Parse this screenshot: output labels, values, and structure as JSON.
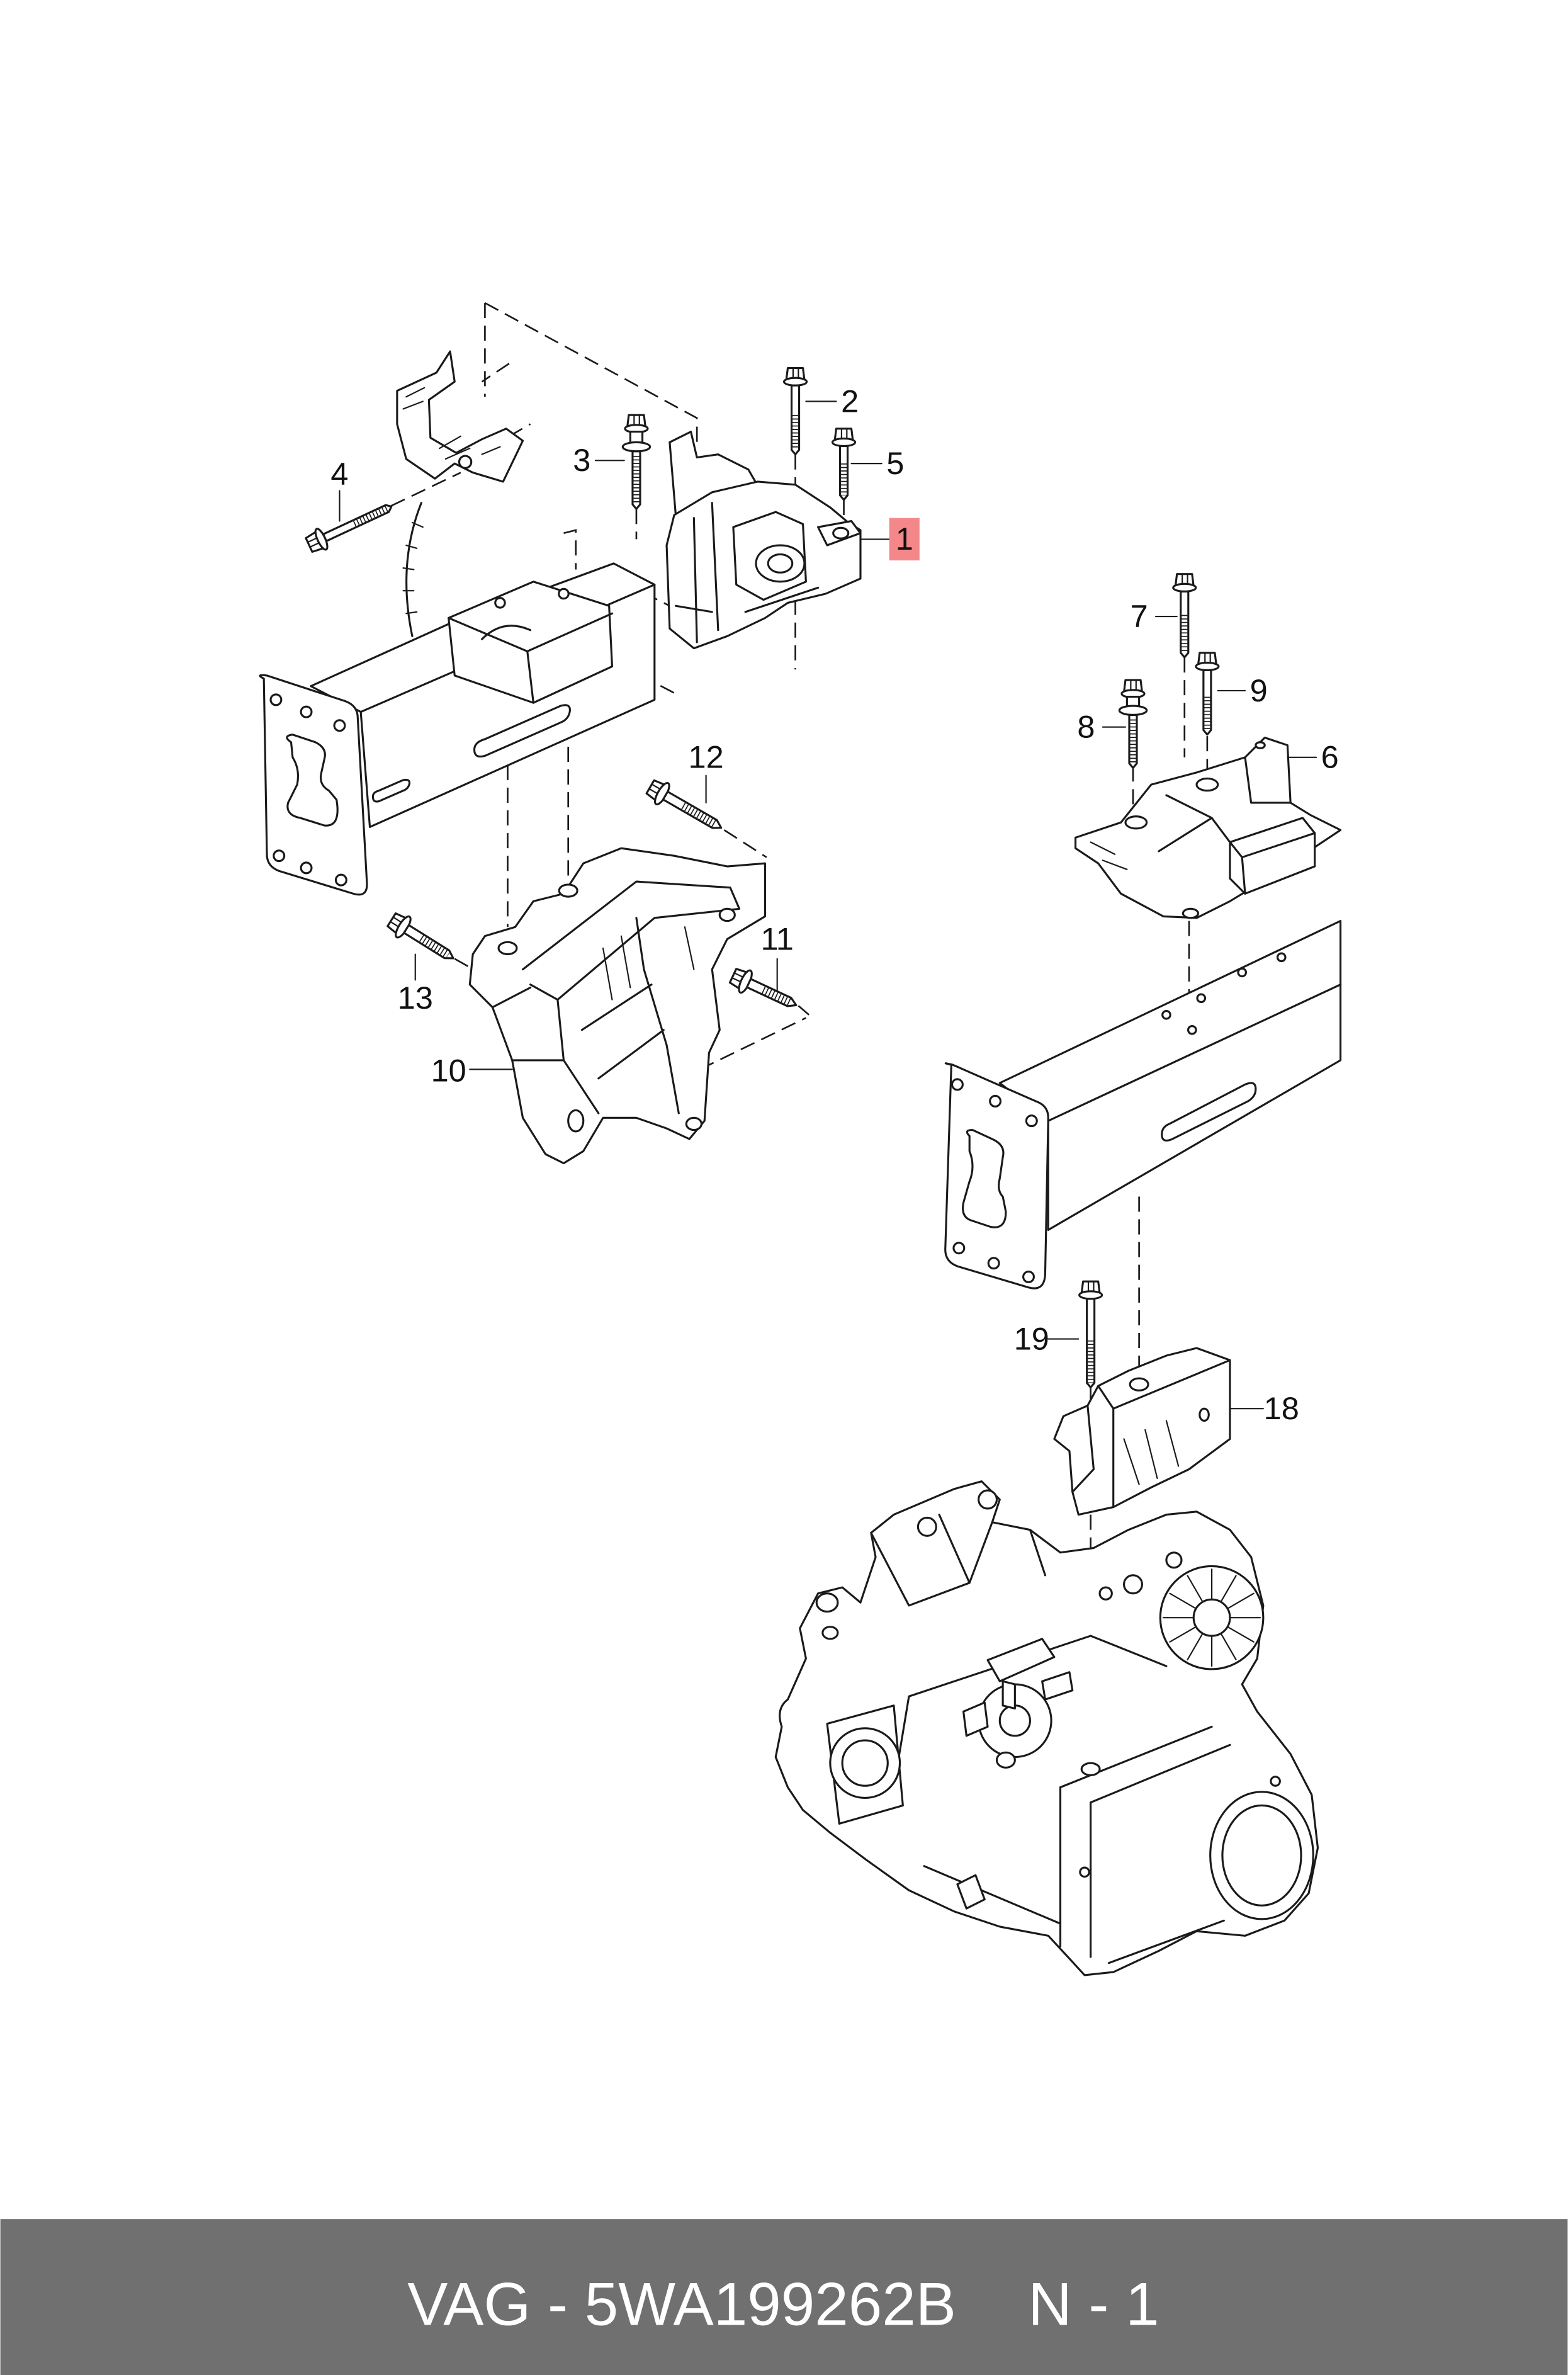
{
  "callouts": [
    {
      "label": "1",
      "highlighted": true
    },
    {
      "label": "2"
    },
    {
      "label": "3"
    },
    {
      "label": "4"
    },
    {
      "label": "5"
    },
    {
      "label": "6"
    },
    {
      "label": "7"
    },
    {
      "label": "8"
    },
    {
      "label": "9"
    },
    {
      "label": "10"
    },
    {
      "label": "11"
    },
    {
      "label": "12"
    },
    {
      "label": "13"
    },
    {
      "label": "18"
    },
    {
      "label": "19"
    }
  ],
  "footer": {
    "part_number": "VAG - 5WA199262B",
    "quantity": "N - 1"
  },
  "colors": {
    "highlight": "#f4878a",
    "footer_background": "#707070",
    "footer_text": "#ffffff",
    "line_art": "#1a1a1a"
  }
}
